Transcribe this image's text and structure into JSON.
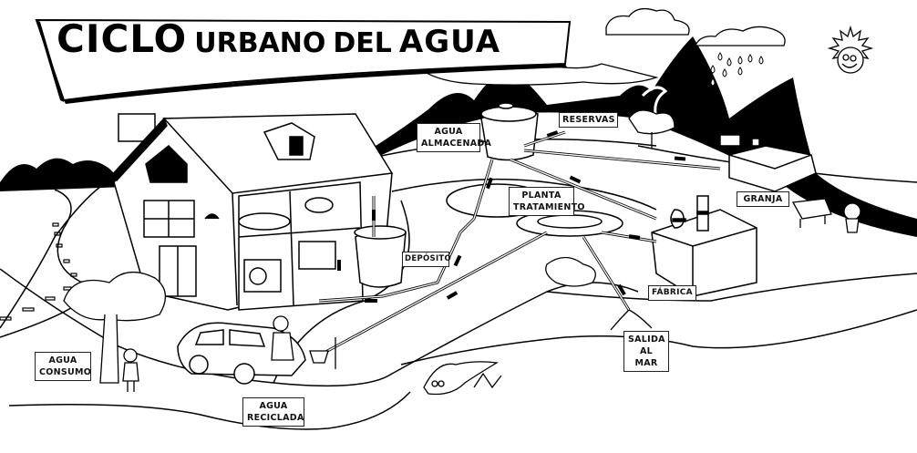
{
  "title": {
    "word1": "CICLO",
    "word2": "URBANO",
    "word3": "DEL",
    "word4": "AGUA"
  },
  "labels": {
    "agua_almacenada": [
      "AGUA",
      "ALMACENADA"
    ],
    "reservas": [
      "RESERVAS"
    ],
    "planta_tratamiento": [
      "PLANTA",
      "TRATAMIENTO"
    ],
    "granja": [
      "GRANJA"
    ],
    "deposito": [
      "DEPÓSITO"
    ],
    "fabrica": [
      "FÁBRICA"
    ],
    "salida_al_mar": [
      "SALIDA",
      "AL",
      "MAR"
    ],
    "agua_consumo": [
      "AGUA",
      "CONSUMO"
    ],
    "agua_reciclada": [
      "AGUA",
      "RECICLADA"
    ]
  },
  "colors": {
    "ink": "#000000",
    "paper": "#ffffff",
    "label_border": "#222222"
  }
}
